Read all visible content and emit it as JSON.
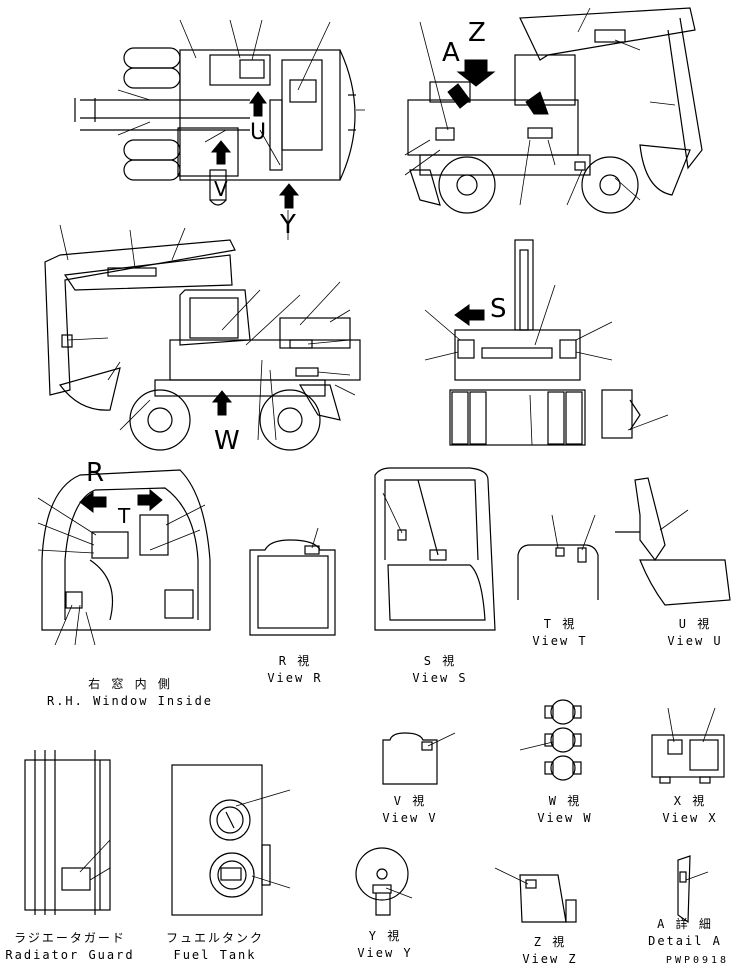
{
  "views": {
    "rh_window_jp": "右 窓 内 側",
    "rh_window_en": "R.H. Window Inside",
    "view_r_jp": "R 視",
    "view_r_en": "View R",
    "view_s_jp": "S 視",
    "view_s_en": "View S",
    "view_t_jp": "T 視",
    "view_t_en": "View T",
    "view_u_jp": "U 視",
    "view_u_en": "View U",
    "view_v_jp": "V 視",
    "view_v_en": "View V",
    "view_w_jp": "W 視",
    "view_w_en": "View W",
    "view_x_jp": "X 視",
    "view_x_en": "View X",
    "view_y_jp": "Y 視",
    "view_y_en": "View Y",
    "view_z_jp": "Z 視",
    "view_z_en": "View Z",
    "radiator_jp": "ラジエータガード",
    "radiator_en": "Radiator Guard",
    "fuel_jp": "フュエルタンク",
    "fuel_en": "Fuel Tank",
    "detail_a_jp": "A 詳 細",
    "detail_a_en": "Detail A"
  },
  "arrow_labels": {
    "a": "A",
    "z": "Z",
    "y": "Y",
    "w": "W",
    "s": "S",
    "r": "R",
    "t": "T",
    "u": "U",
    "v": "V"
  },
  "drawing_code": "PWP0918"
}
